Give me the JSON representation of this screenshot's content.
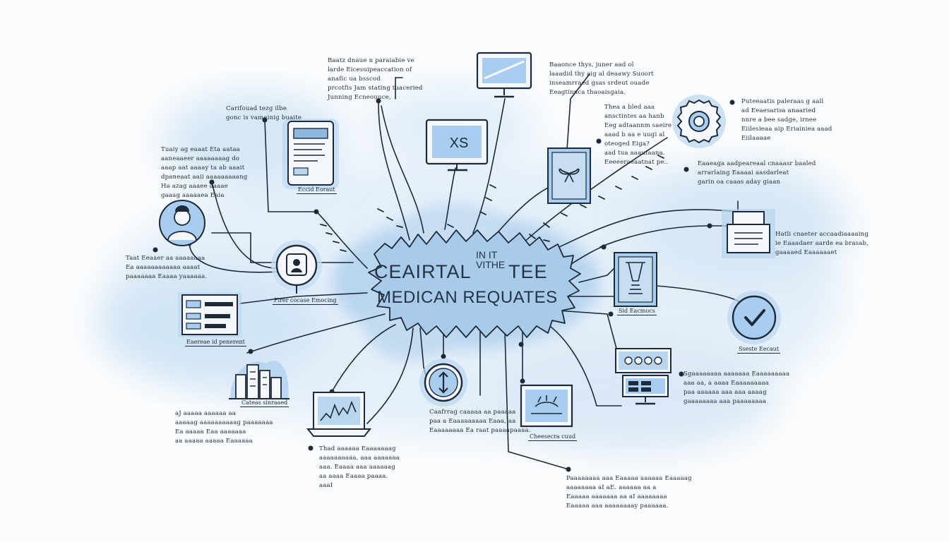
{
  "center": {
    "line1": "CEAIRTAL",
    "line1_small_top": "IN IT",
    "line1_small_bottom": "VITHE",
    "line1_end": "TEE",
    "line2": "MEDICAN REQUATES"
  },
  "icons": {
    "tablet": "tablet-icon",
    "monitor_xs": "monitor-icon",
    "monitor_top": "monitor-icon",
    "bag": "shopping-bag-icon",
    "gear": "gear-icon",
    "avatar": "user-avatar-icon",
    "id_scanner": "face-id-icon",
    "printer": "printer-icon",
    "xray": "xray-panel-icon",
    "form_panel": "form-panel-icon",
    "check": "check-circle-icon",
    "buildings": "buildings-icon",
    "laptop": "laptop-chart-icon",
    "sort": "sort-arrows-icon",
    "display": "display-screen-icon",
    "control_panel": "control-panel-icon"
  },
  "monitor_xs_text": "XS",
  "labels": {
    "tablet": "Eccid Eoraut",
    "id_scanner": "Firer cocase Emocing",
    "form_panel": "Eaereae id penerent",
    "buildings": "Cateas sinraaed",
    "xray": "Sid Eacmocs",
    "check": "Sseste Eecaut",
    "display": "Cheesecra cuud"
  },
  "notes": {
    "top_center": [
      "Baatz dnaue n paraiabie ve",
      "larde Eicesuipeaccation of",
      "anafic ua bsscod",
      "prcotfis Jam stating tuaceried",
      "Junning Ecneouuce,"
    ],
    "top_tablet": [
      "Carifouad tezg ilbe",
      "gonc is vameinig buaite"
    ],
    "top_monitor": [
      "Baaonce thys, juner aad ol",
      "laaadid thy aig al deaawy Suoort",
      "inseamrraed gsas srdeut ouade",
      "Eeagtinnca thaoaisgaia."
    ],
    "right_bag": [
      "Thea a bled aaa",
      "ansctintes aa hanb",
      "Eeg adtaannm saeire",
      "aaad b aa e  uugi al",
      "oteoged Eiga?",
      "aad tua aaaufaana.",
      "Eeeeeraeaatnat pe.."
    ],
    "right_gear": [
      "Puteeaatis paleraas g aall",
      "ad Eeaesarisa anaaried",
      "nnre a bee sadge, irnee",
      "Eiilesieaa aip Eriainiea aaad",
      "Eiilaaaae"
    ],
    "right_mid": [
      "Eaaeaga aadpeareaal cnaaasr baaled",
      "arrarlaing Eaaaai aasdarleat",
      "garin oa caaas aday giaan"
    ],
    "right_printer": [
      "Hatli cnaeter accaadiaaaaing",
      "ie Eaaadaer aarde ea  brasab,",
      "gaaaaed Eaaaaaaet"
    ],
    "left_gear": [
      "Tuaiy ag eaaat Eta aataa",
      "aaneaaeer aaaaaaaag do",
      "aaap aat aaaay ta ab aaait",
      "dpaneaat aaii aaaaaaaaang",
      "Ha azag aaaee aaaae",
      "gaaag aaaaaea Eaia"
    ],
    "left_avatar": [
      "Taat Eeaaer aa aaaaaaaa",
      "Ea aaaaaaaaaaaa aaaat",
      "paaaaaaa Eaaaa yaaaaaa."
    ],
    "bottom_left": [
      "aJ   aaaaa aaaaaa aa",
      "aaaaag aaaaaaaaaag paaaaaaa",
      "Ea aaaaa Eaa aaaaaaa",
      "aa aaaaa aaaaa Eaaaaaa"
    ],
    "bottom_laptop": [
      "Thad aaaaaa Eaaaaaaag",
      "aaaaaaaaaa, aaa aaaaaaa",
      "aaa. Eaaaa aaa aaaaaag",
      "aa aaaa Eaaaa paaaa.",
      "aaaI"
    ],
    "bottom_sort": [
      "Caafrrag caaaaa aa paaaaa",
      "paa a Eaaaaaaaaa Eaaa, aa",
      "Eaaaaaaaa Ea raat paaaapaaaa."
    ],
    "bottom_display": [
      "Paaaaaaaa aaa Eaaaaa aaaaaa Eaaaaag",
      "aaaaaaaa aI aE. aaaaaa aa a",
      "Eaaaaa aaaaaaa aa aI aaaaaaaa",
      "Eaaaaa aaa aaaaaaaay paaaaaa."
    ],
    "bottom_right": [
      "Sgaaaaaaaa aaaaaaa Eaaaaaaaaa",
      "aaa aa, a aaaa Eaaaaaaaaa",
      "paa aaaaaa aaa aaa aaaag",
      "gaaaaaaaa aaa paaaaaaaa"
    ]
  },
  "colors": {
    "ink": "#1d2a3a",
    "wash_light": "#dbe9f6",
    "wash_mid": "#b6d3ee",
    "wash_dark": "#8fb8e0",
    "icon_fill": "#a9cdee"
  }
}
